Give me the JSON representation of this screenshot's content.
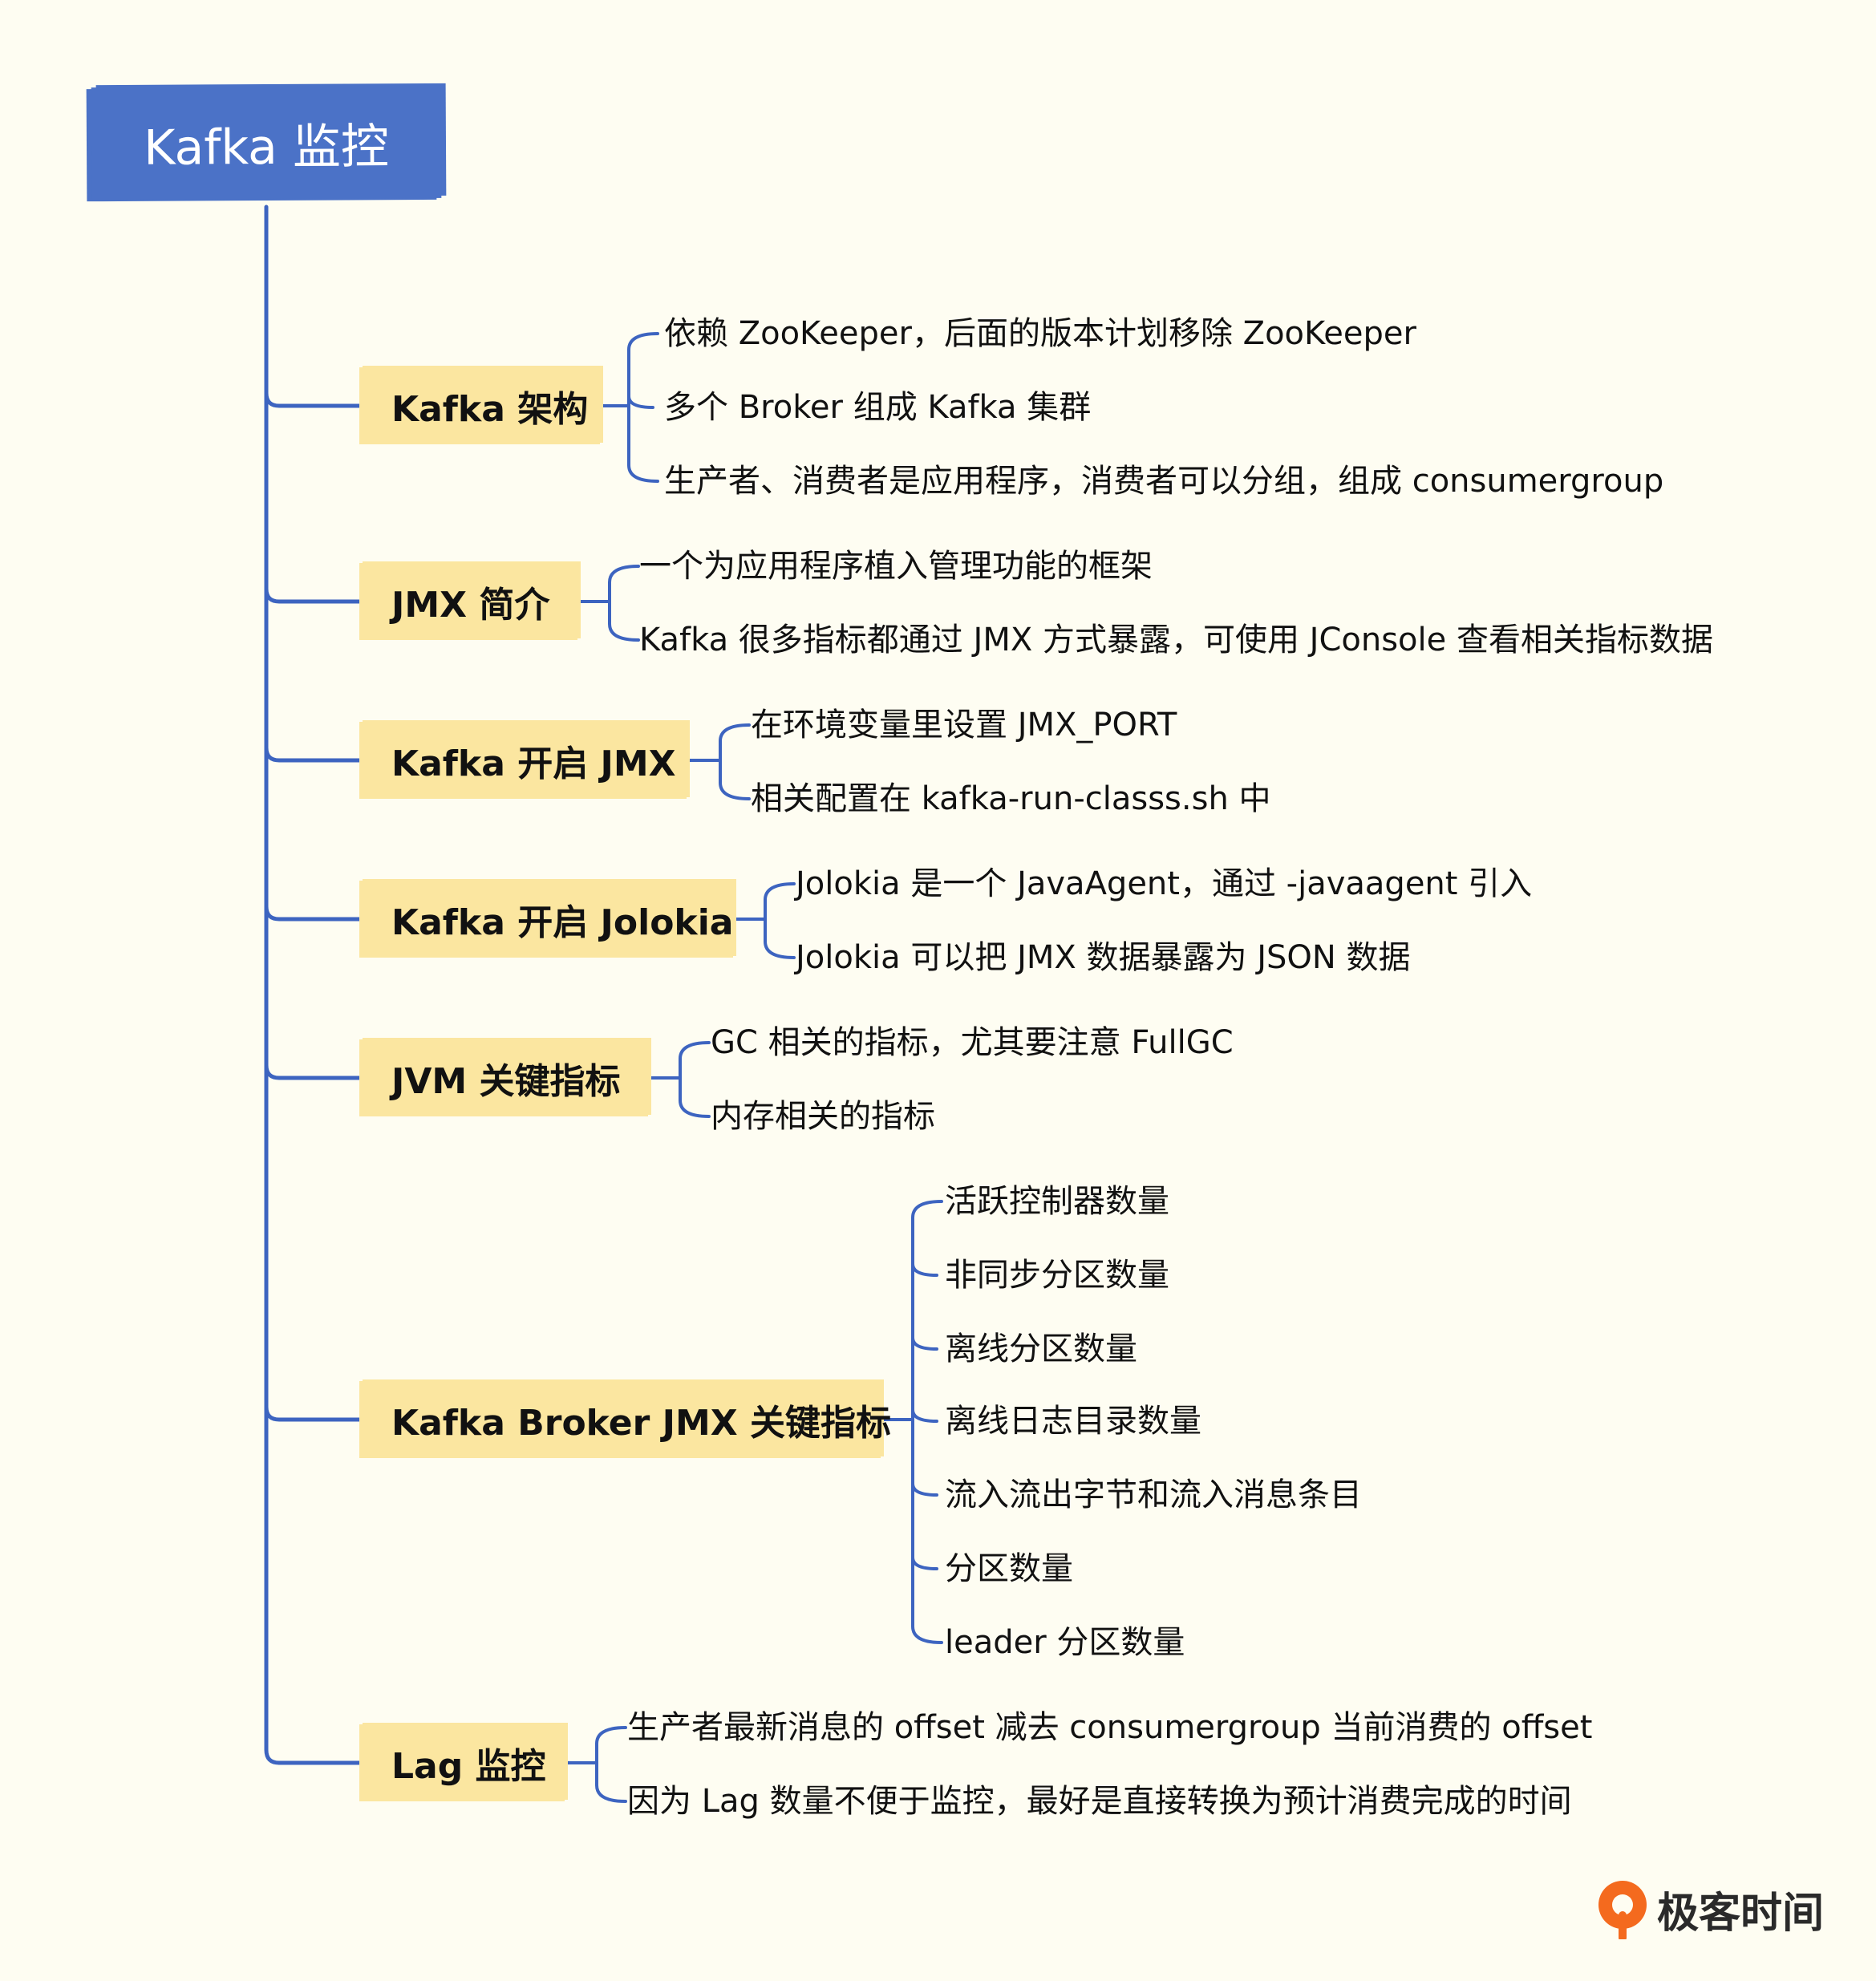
{
  "root": {
    "title": "Kafka 监控"
  },
  "branches": [
    {
      "label": "Kafka 架构",
      "children": [
        "依赖 ZooKeeper，后面的版本计划移除 ZooKeeper",
        "多个 Broker 组成 Kafka 集群",
        "生产者、消费者是应用程序，消费者可以分组，组成 consumergroup"
      ]
    },
    {
      "label": "JMX 简介",
      "children": [
        "一个为应用程序植入管理功能的框架",
        "Kafka 很多指标都通过 JMX 方式暴露，可使用 JConsole 查看相关指标数据"
      ]
    },
    {
      "label": "Kafka 开启 JMX",
      "children": [
        "在环境变量里设置 JMX_PORT",
        "相关配置在 kafka-run-classs.sh 中"
      ]
    },
    {
      "label": "Kafka 开启 Jolokia",
      "children": [
        "Jolokia 是一个 JavaAgent，通过 -javaagent 引入",
        "Jolokia 可以把 JMX 数据暴露为 JSON 数据"
      ]
    },
    {
      "label": "JVM 关键指标",
      "children": [
        "GC 相关的指标，尤其要注意 FullGC",
        "内存相关的指标"
      ]
    },
    {
      "label": "Kafka Broker JMX 关键指标",
      "children": [
        "活跃控制器数量",
        "非同步分区数量",
        "离线分区数量",
        "离线日志目录数量",
        "流入流出字节和流入消息条目",
        "分区数量",
        "leader 分区数量"
      ]
    },
    {
      "label": "Lag 监控",
      "children": [
        "生产者最新消息的 offset 减去 consumergroup 当前消费的 offset",
        "因为 Lag 数量不便于监控，最好是直接转换为预计消费完成的时间"
      ]
    }
  ],
  "logo": {
    "text": "极客时间",
    "icon": "geektime-logo-icon"
  },
  "colors": {
    "background": "#fefdf2",
    "root": "#4b72c7",
    "branch": "#fbe6a0",
    "line": "#3d64c0"
  }
}
